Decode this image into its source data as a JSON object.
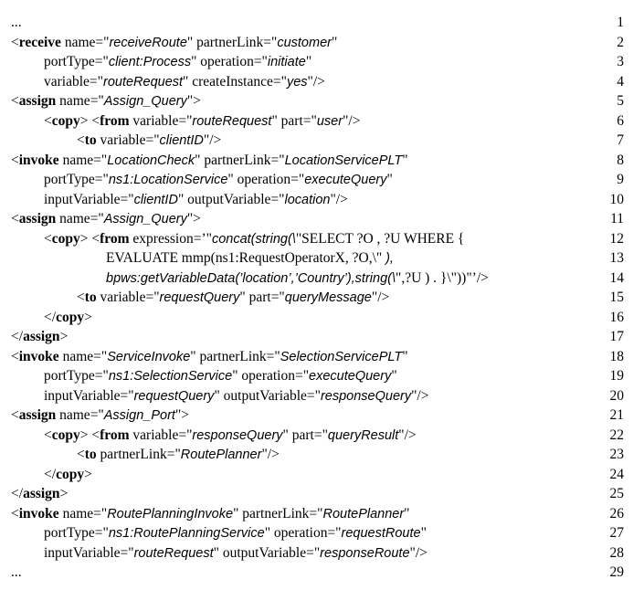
{
  "lines": [
    {
      "num": "1",
      "indent": 0,
      "segments": [
        {
          "t": "plain",
          "s": "..."
        }
      ]
    },
    {
      "num": "2",
      "indent": 0,
      "segments": [
        {
          "t": "plain",
          "s": "<"
        },
        {
          "t": "kw",
          "s": "receive"
        },
        {
          "t": "plain",
          "s": " name=\""
        },
        {
          "t": "val",
          "s": "receiveRoute"
        },
        {
          "t": "plain",
          "s": "\" partnerLink=\""
        },
        {
          "t": "val",
          "s": "customer"
        },
        {
          "t": "plain",
          "s": "\""
        }
      ]
    },
    {
      "num": "3",
      "indent": 1,
      "segments": [
        {
          "t": "plain",
          "s": "portType=\""
        },
        {
          "t": "val",
          "s": "client:Process"
        },
        {
          "t": "plain",
          "s": "\" operation=\""
        },
        {
          "t": "val",
          "s": "initiate"
        },
        {
          "t": "plain",
          "s": "\""
        }
      ]
    },
    {
      "num": "4",
      "indent": 1,
      "segments": [
        {
          "t": "plain",
          "s": "variable=\""
        },
        {
          "t": "val",
          "s": "routeRequest"
        },
        {
          "t": "plain",
          "s": "\" createInstance=\""
        },
        {
          "t": "val",
          "s": "yes"
        },
        {
          "t": "plain",
          "s": "\"/>"
        }
      ]
    },
    {
      "num": "5",
      "indent": 0,
      "segments": [
        {
          "t": "plain",
          "s": "<"
        },
        {
          "t": "kw",
          "s": "assign"
        },
        {
          "t": "plain",
          "s": " name=\""
        },
        {
          "t": "val",
          "s": "Assign_Query"
        },
        {
          "t": "plain",
          "s": "\">"
        }
      ]
    },
    {
      "num": "6",
      "indent": 1,
      "segments": [
        {
          "t": "plain",
          "s": "<"
        },
        {
          "t": "kw",
          "s": "copy"
        },
        {
          "t": "plain",
          "s": "> <"
        },
        {
          "t": "kw",
          "s": "from"
        },
        {
          "t": "plain",
          "s": " variable=\""
        },
        {
          "t": "val",
          "s": "routeRequest"
        },
        {
          "t": "plain",
          "s": "\" part=\""
        },
        {
          "t": "val",
          "s": "user"
        },
        {
          "t": "plain",
          "s": "\"/>"
        }
      ]
    },
    {
      "num": "7",
      "indent": 2,
      "segments": [
        {
          "t": "plain",
          "s": "<"
        },
        {
          "t": "kw",
          "s": "to"
        },
        {
          "t": "plain",
          "s": " variable=\""
        },
        {
          "t": "val",
          "s": "clientID"
        },
        {
          "t": "plain",
          "s": "\"/>"
        }
      ]
    },
    {
      "num": "8",
      "indent": 0,
      "segments": [
        {
          "t": "plain",
          "s": "<"
        },
        {
          "t": "kw",
          "s": "invoke"
        },
        {
          "t": "plain",
          "s": " name=\""
        },
        {
          "t": "val",
          "s": "LocationCheck"
        },
        {
          "t": "plain",
          "s": "\" partnerLink=\""
        },
        {
          "t": "val",
          "s": "LocationServicePLT"
        },
        {
          "t": "plain",
          "s": "\""
        }
      ]
    },
    {
      "num": "9",
      "indent": 1,
      "segments": [
        {
          "t": "plain",
          "s": "portType=\""
        },
        {
          "t": "val",
          "s": "ns1:LocationService"
        },
        {
          "t": "plain",
          "s": "\" operation=\""
        },
        {
          "t": "val",
          "s": "executeQuery"
        },
        {
          "t": "plain",
          "s": "\""
        }
      ]
    },
    {
      "num": "10",
      "indent": 1,
      "segments": [
        {
          "t": "plain",
          "s": "inputVariable=\""
        },
        {
          "t": "val",
          "s": "clientID"
        },
        {
          "t": "plain",
          "s": "\" outputVariable=\""
        },
        {
          "t": "val",
          "s": "location"
        },
        {
          "t": "plain",
          "s": "\"/>"
        }
      ]
    },
    {
      "num": "11",
      "indent": 0,
      "segments": [
        {
          "t": "plain",
          "s": "<"
        },
        {
          "t": "kw",
          "s": "assign"
        },
        {
          "t": "plain",
          "s": " name=\""
        },
        {
          "t": "val",
          "s": "Assign_Query"
        },
        {
          "t": "plain",
          "s": "\">"
        }
      ]
    },
    {
      "num": "12",
      "indent": 1,
      "segments": [
        {
          "t": "plain",
          "s": "<"
        },
        {
          "t": "kw",
          "s": "copy"
        },
        {
          "t": "plain",
          "s": "> <"
        },
        {
          "t": "kw",
          "s": "from"
        },
        {
          "t": "plain",
          "s": " expression=’\""
        },
        {
          "t": "val",
          "s": "concat(string(\\"
        },
        {
          "t": "plain",
          "s": "\"SELECT ?O , ?U WHERE {"
        }
      ]
    },
    {
      "num": "13",
      "indent": 3,
      "segments": [
        {
          "t": "plain",
          "s": "EVALUATE mmp(ns1:RequestOperatorX, ?O,\\\" "
        },
        {
          "t": "val",
          "s": "),"
        }
      ]
    },
    {
      "num": "14",
      "indent": 3,
      "segments": [
        {
          "t": "val",
          "s": "bpws:getVariableData(’location’,’Country’),string(\\"
        },
        {
          "t": "plain",
          "s": "\",?U ) . }\\\"))\"’/>"
        }
      ]
    },
    {
      "num": "15",
      "indent": 2,
      "segments": [
        {
          "t": "plain",
          "s": "<"
        },
        {
          "t": "kw",
          "s": "to"
        },
        {
          "t": "plain",
          "s": " variable=\""
        },
        {
          "t": "val",
          "s": "requestQuery"
        },
        {
          "t": "plain",
          "s": "\" part=\""
        },
        {
          "t": "val",
          "s": "queryMessage"
        },
        {
          "t": "plain",
          "s": "\"/>"
        }
      ]
    },
    {
      "num": "16",
      "indent": 1,
      "segments": [
        {
          "t": "plain",
          "s": "</"
        },
        {
          "t": "kw",
          "s": "copy"
        },
        {
          "t": "plain",
          "s": ">"
        }
      ]
    },
    {
      "num": "17",
      "indent": 0,
      "segments": [
        {
          "t": "plain",
          "s": "</"
        },
        {
          "t": "kw",
          "s": "assign"
        },
        {
          "t": "plain",
          "s": ">"
        }
      ]
    },
    {
      "num": "18",
      "indent": 0,
      "segments": [
        {
          "t": "plain",
          "s": "<"
        },
        {
          "t": "kw",
          "s": "invoke"
        },
        {
          "t": "plain",
          "s": " name=\""
        },
        {
          "t": "val",
          "s": "ServiceInvoke"
        },
        {
          "t": "plain",
          "s": "\" partnerLink=\""
        },
        {
          "t": "val",
          "s": "SelectionServicePLT"
        },
        {
          "t": "plain",
          "s": "\""
        }
      ]
    },
    {
      "num": "19",
      "indent": 1,
      "segments": [
        {
          "t": "plain",
          "s": "portType=\""
        },
        {
          "t": "val",
          "s": "ns1:SelectionService"
        },
        {
          "t": "plain",
          "s": "\" operation=\""
        },
        {
          "t": "val",
          "s": "executeQuery"
        },
        {
          "t": "plain",
          "s": "\""
        }
      ]
    },
    {
      "num": "20",
      "indent": 1,
      "segments": [
        {
          "t": "plain",
          "s": "inputVariable=\""
        },
        {
          "t": "val",
          "s": "requestQuery"
        },
        {
          "t": "plain",
          "s": "\" outputVariable=\""
        },
        {
          "t": "val",
          "s": "responseQuery"
        },
        {
          "t": "plain",
          "s": "\"/>"
        }
      ]
    },
    {
      "num": "21",
      "indent": 0,
      "segments": [
        {
          "t": "plain",
          "s": "<"
        },
        {
          "t": "kw",
          "s": "assign"
        },
        {
          "t": "plain",
          "s": " name=\""
        },
        {
          "t": "val",
          "s": "Assign_Port"
        },
        {
          "t": "plain",
          "s": "\">"
        }
      ]
    },
    {
      "num": "22",
      "indent": 1,
      "segments": [
        {
          "t": "plain",
          "s": "<"
        },
        {
          "t": "kw",
          "s": "copy"
        },
        {
          "t": "plain",
          "s": "> <"
        },
        {
          "t": "kw",
          "s": "from"
        },
        {
          "t": "plain",
          "s": " variable=\""
        },
        {
          "t": "val",
          "s": "responseQuery"
        },
        {
          "t": "plain",
          "s": "\" part=\""
        },
        {
          "t": "val",
          "s": "queryResult"
        },
        {
          "t": "plain",
          "s": "\"/>"
        }
      ]
    },
    {
      "num": "23",
      "indent": 2,
      "segments": [
        {
          "t": "plain",
          "s": "<"
        },
        {
          "t": "kw",
          "s": "to"
        },
        {
          "t": "plain",
          "s": " partnerLink=\""
        },
        {
          "t": "val",
          "s": "RoutePlanner"
        },
        {
          "t": "plain",
          "s": "\"/>"
        }
      ]
    },
    {
      "num": "24",
      "indent": 1,
      "segments": [
        {
          "t": "plain",
          "s": "</"
        },
        {
          "t": "kw",
          "s": "copy"
        },
        {
          "t": "plain",
          "s": ">"
        }
      ]
    },
    {
      "num": "25",
      "indent": 0,
      "segments": [
        {
          "t": "plain",
          "s": "</"
        },
        {
          "t": "kw",
          "s": "assign"
        },
        {
          "t": "plain",
          "s": ">"
        }
      ]
    },
    {
      "num": "26",
      "indent": 0,
      "segments": [
        {
          "t": "plain",
          "s": "<"
        },
        {
          "t": "kw",
          "s": "invoke"
        },
        {
          "t": "plain",
          "s": " name=\""
        },
        {
          "t": "val",
          "s": "RoutePlanningInvoke"
        },
        {
          "t": "plain",
          "s": "\" partnerLink=\""
        },
        {
          "t": "val",
          "s": "RoutePlanner"
        },
        {
          "t": "plain",
          "s": "\""
        }
      ]
    },
    {
      "num": "27",
      "indent": 1,
      "segments": [
        {
          "t": "plain",
          "s": "portType=\""
        },
        {
          "t": "val",
          "s": "ns1:RoutePlanningService"
        },
        {
          "t": "plain",
          "s": "\" operation=\""
        },
        {
          "t": "val",
          "s": "requestRoute"
        },
        {
          "t": "plain",
          "s": "\""
        }
      ]
    },
    {
      "num": "28",
      "indent": 1,
      "segments": [
        {
          "t": "plain",
          "s": "inputVariable=\""
        },
        {
          "t": "val",
          "s": "routeRequest"
        },
        {
          "t": "plain",
          "s": "\" outputVariable=\""
        },
        {
          "t": "val",
          "s": "responseRoute"
        },
        {
          "t": "plain",
          "s": "\"/>"
        }
      ]
    },
    {
      "num": "29",
      "indent": 0,
      "segments": [
        {
          "t": "plain",
          "s": "..."
        }
      ]
    }
  ]
}
